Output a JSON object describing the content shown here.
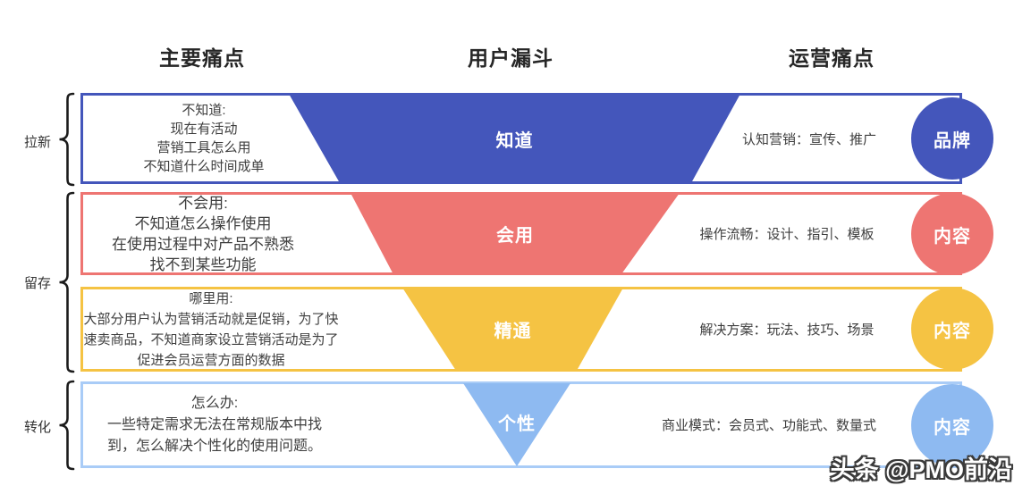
{
  "headers": {
    "left": "主要痛点",
    "center": "用户漏斗",
    "right": "运营痛点"
  },
  "groups": [
    {
      "label": "拉新"
    },
    {
      "label": "留存"
    },
    {
      "label": "转化"
    }
  ],
  "stages": [
    {
      "pain": "不知道:\n现在有活动\n营销工具怎么用\n不知道什么时间成单",
      "funnel_label": "知道",
      "ops": "认知营销：宣传、推广",
      "circle_label": "品牌",
      "color": "#4456BB"
    },
    {
      "pain": "不会用:\n不知道怎么操作使用\n在使用过程中对产品不熟悉\n找不到某些功能",
      "funnel_label": "会用",
      "ops": "操作流畅：设计、指引、模板",
      "circle_label": "内容",
      "color": "#EE7572"
    },
    {
      "pain": "哪里用:\n大部分用户认为营销活动就是促销，为了快\n速卖商品，不知道商家设立营销活动是为了\n促进会员运营方面的数据",
      "funnel_label": "精通",
      "ops": "解决方案：玩法、技巧、场景",
      "circle_label": "内容",
      "color": "#F5C343"
    },
    {
      "pain": "怎么办:\n一些特定需求无法在常规版本中找\n到，怎么解决个性化的使用问题。",
      "funnel_label": "个性",
      "ops": "商业模式：会员式、功能式、数量式",
      "circle_label": "内容",
      "color": "#8EBAF1",
      "border_color": "#A9CCF7"
    }
  ],
  "watermark": "头条 @PMO前沿"
}
